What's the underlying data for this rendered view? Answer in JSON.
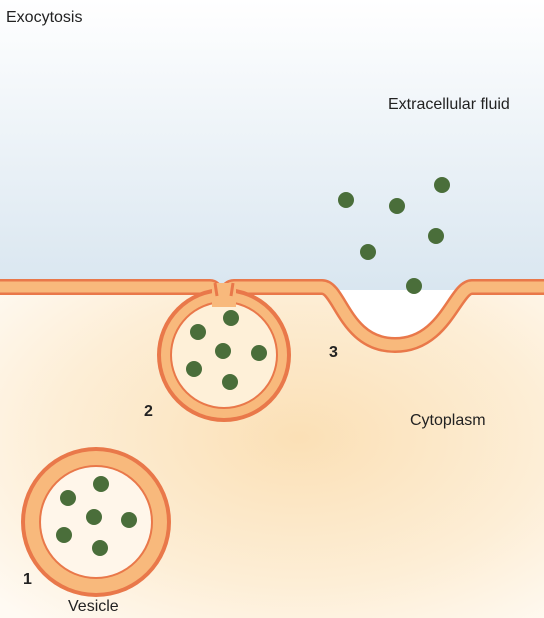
{
  "figure": {
    "title": "Exocytosis",
    "regions": {
      "extracellular": "Extracellular fluid",
      "cytoplasm": "Cytoplasm"
    },
    "vesicle_label": "Vesicle",
    "steps": [
      "1",
      "2",
      "3"
    ]
  },
  "colors": {
    "extracellular_top": "#ffffff",
    "extracellular_bottom": "#d9e6f0",
    "cytoplasm_center": "#fbe2bc",
    "cytoplasm_edge": "#fffaf2",
    "membrane_fill": "#f8b97c",
    "membrane_stroke": "#e9784a",
    "particle": "#4a6e3a"
  }
}
